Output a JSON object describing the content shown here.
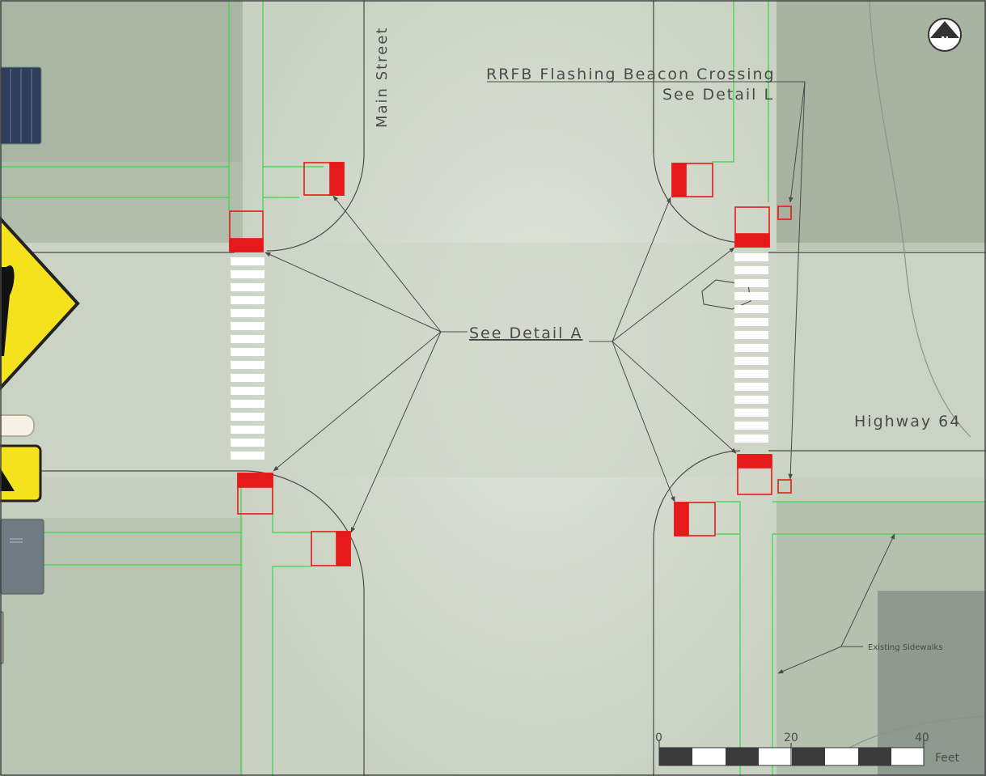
{
  "streets": {
    "north_south": "Main Street",
    "east_west": "Highway 64"
  },
  "callouts": {
    "rrfb_title": "RRFB Flashing Beacon Crossing",
    "rrfb_detail": "See Detail L",
    "detail_a": "See Detail A",
    "existing_sidewalks": "Existing Sidewalks"
  },
  "scale_bar": {
    "ticks": [
      "0",
      "20",
      "40"
    ],
    "unit": "Feet"
  },
  "north_arrow": "north-arrow",
  "colors": {
    "ramp": "#e61a1a",
    "sidewalk_line": "#39d64a",
    "curb_line": "#4a4a4a",
    "crosswalk": "#ffffff",
    "warning_sign": "#f3e21c"
  }
}
